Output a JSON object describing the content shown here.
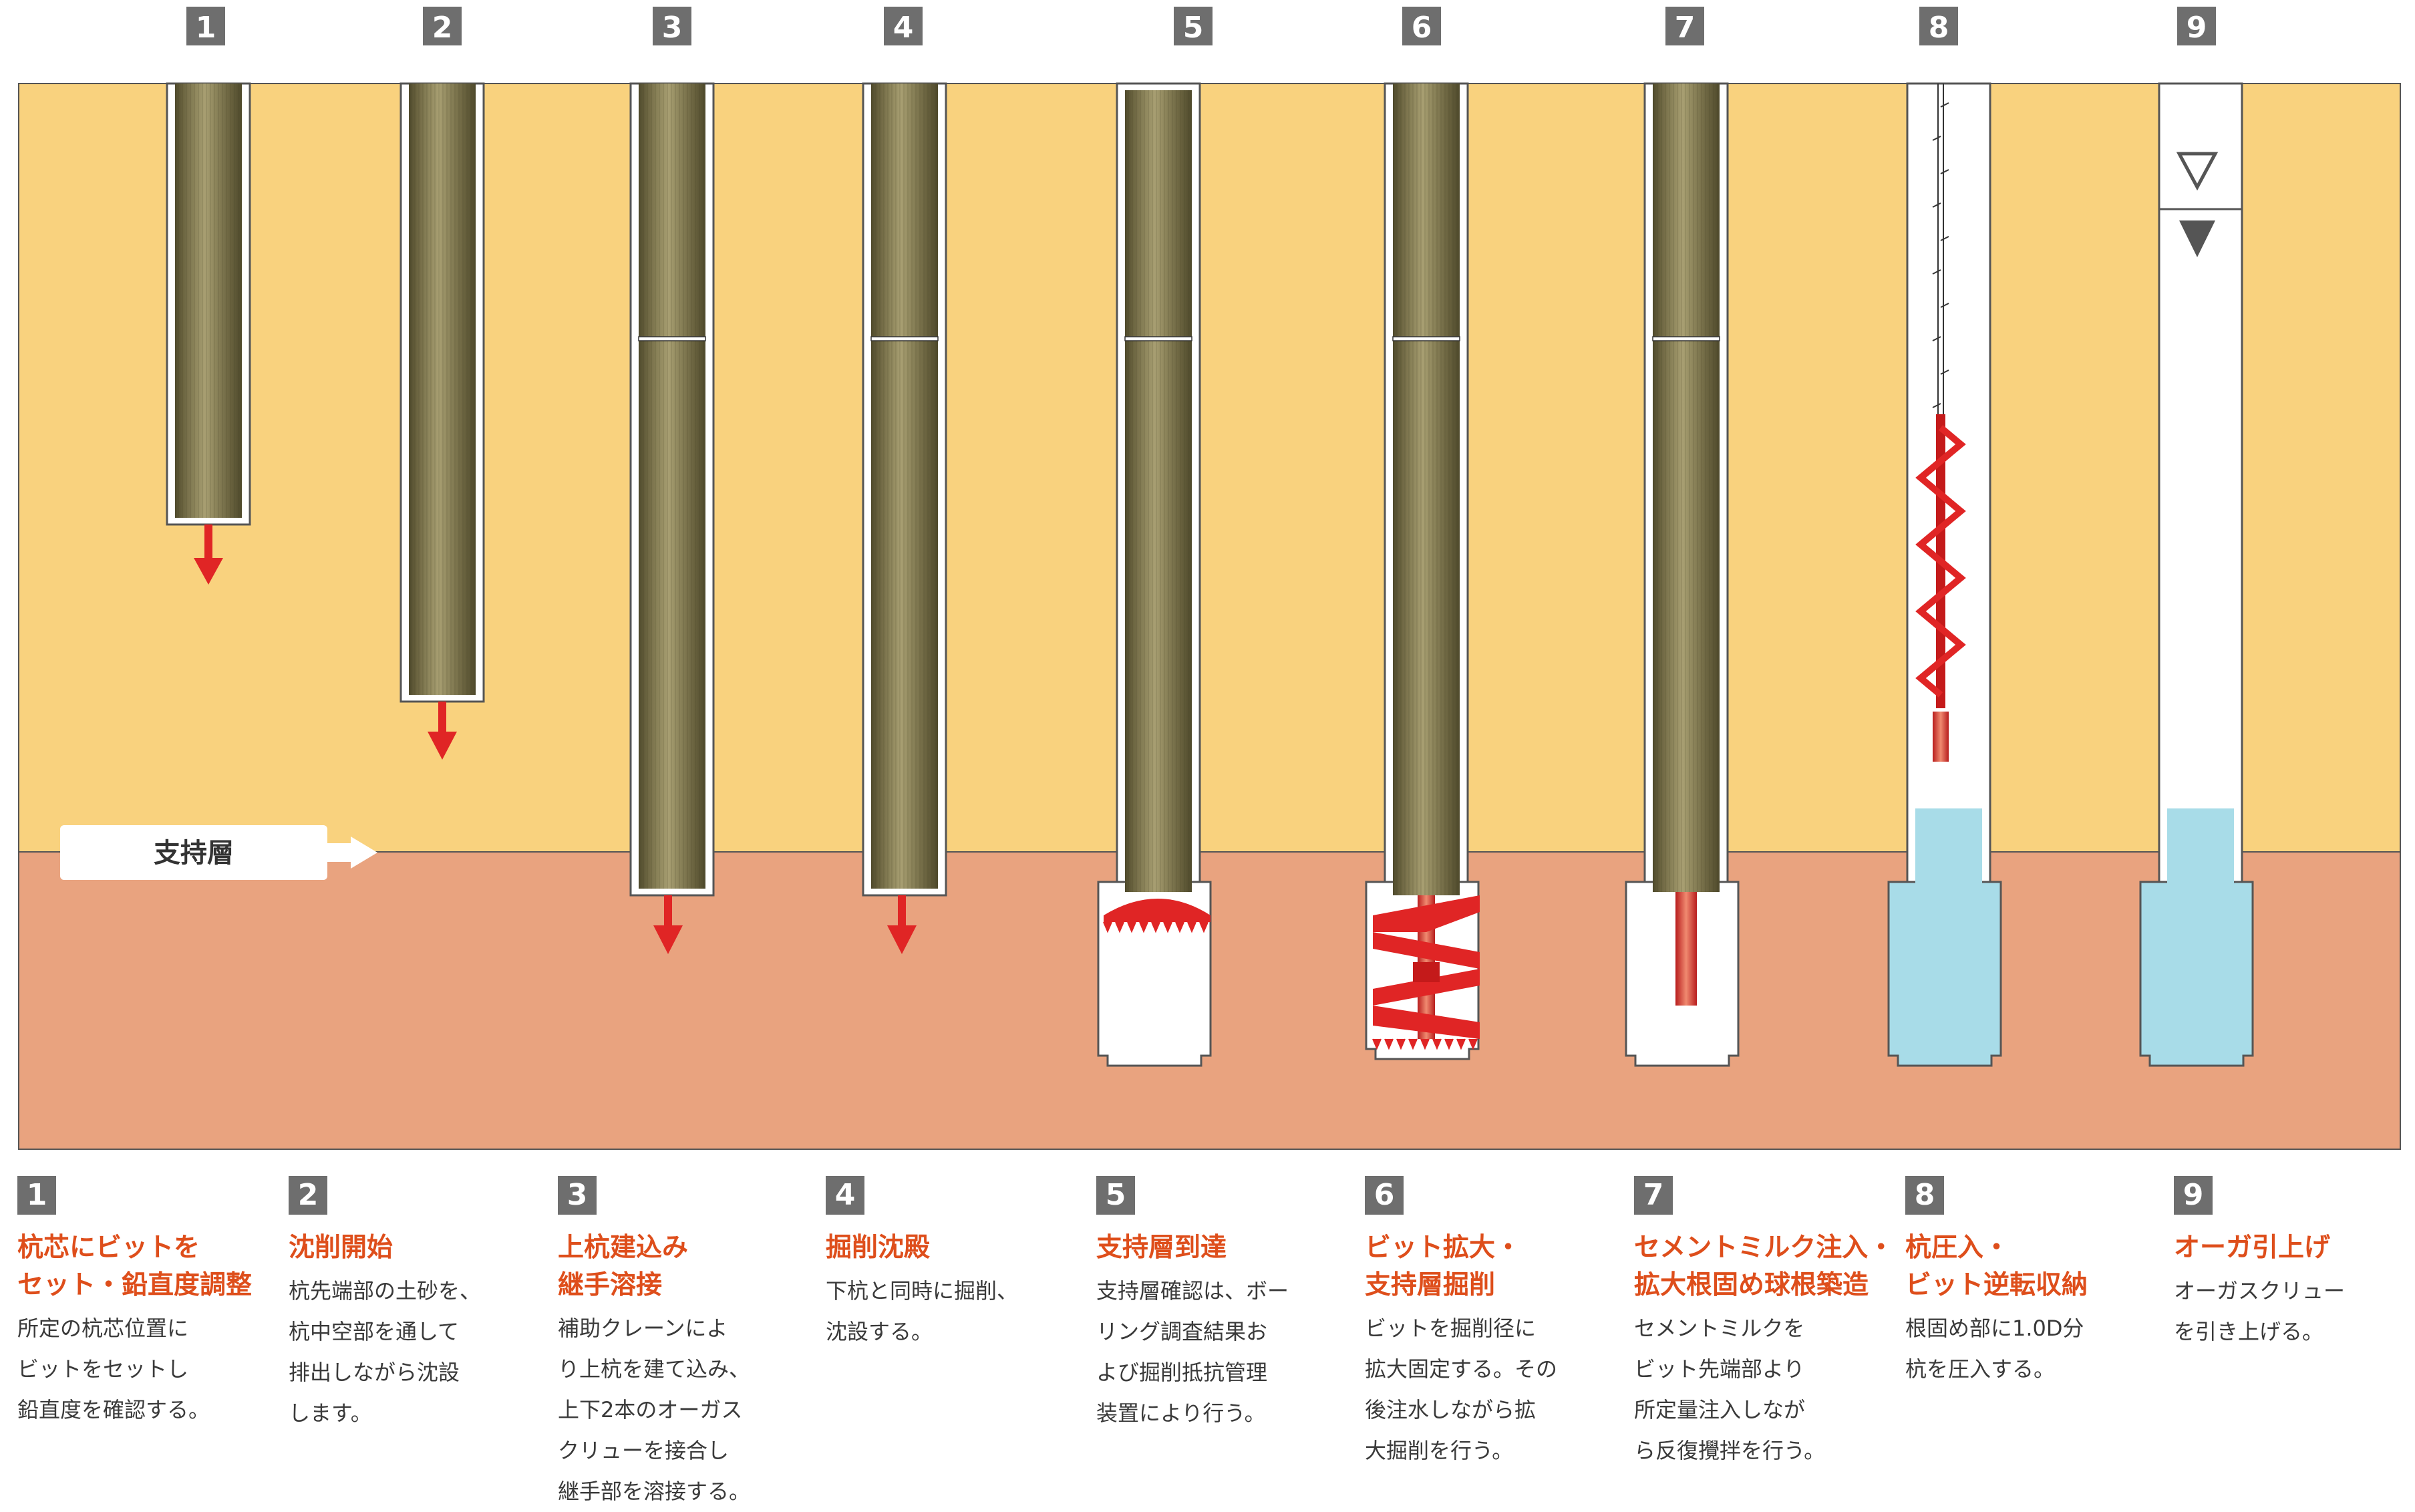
{
  "colors": {
    "upper_soil": "#f9d27e",
    "bearing_layer": "#e9a37f",
    "pile": "#837b55",
    "drill_red": "#e02525",
    "cement_milk": "#a8dce8",
    "badge": "#6e6e6e",
    "title_orange": "#de4e1b"
  },
  "bearing_layer_label": "支持層",
  "icons": [
    "arrow-down-icon",
    "arrow-right-icon",
    "water-level-icon",
    "auger-screw-icon",
    "drill-bit-icon"
  ],
  "steps": [
    {
      "num": "1",
      "title": "杭芯にビットを\nセット・鉛直度調整",
      "desc": "所定の杭芯位置に\nビットをセットし\n鉛直度を確認する。"
    },
    {
      "num": "2",
      "title": "沈削開始",
      "desc": "杭先端部の土砂を、\n杭中空部を通して\n排出しながら沈設\nします。"
    },
    {
      "num": "3",
      "title": "上杭建込み\n継手溶接",
      "desc": "補助クレーンによ\nり上杭を建て込み、\n上下2本のオーガス\nクリューを接合し\n継手部を溶接する。"
    },
    {
      "num": "4",
      "title": "掘削沈殿",
      "desc": "下杭と同時に掘削、\n沈設する。"
    },
    {
      "num": "5",
      "title": "支持層到達",
      "desc": "支持層確認は、ボー\nリング調査結果お\nよび掘削抵抗管理\n装置により行う。"
    },
    {
      "num": "6",
      "title": "ビット拡大・\n支持層掘削",
      "desc": "ビットを掘削径に\n拡大固定する。その\n後注水しながら拡\n大掘削を行う。"
    },
    {
      "num": "7",
      "title": "セメントミルク注入・\n拡大根固め球根築造",
      "desc": "セメントミルクを\nビット先端部より\n所定量注入しなが\nら反復攪拌を行う。"
    },
    {
      "num": "8",
      "title": "杭圧入・\nビット逆転収納",
      "desc": "根固め部に1.0D分\n杭を圧入する。"
    },
    {
      "num": "9",
      "title": "オーガ引上げ",
      "desc": "オーガスクリュー\nを引き上げる。"
    }
  ]
}
